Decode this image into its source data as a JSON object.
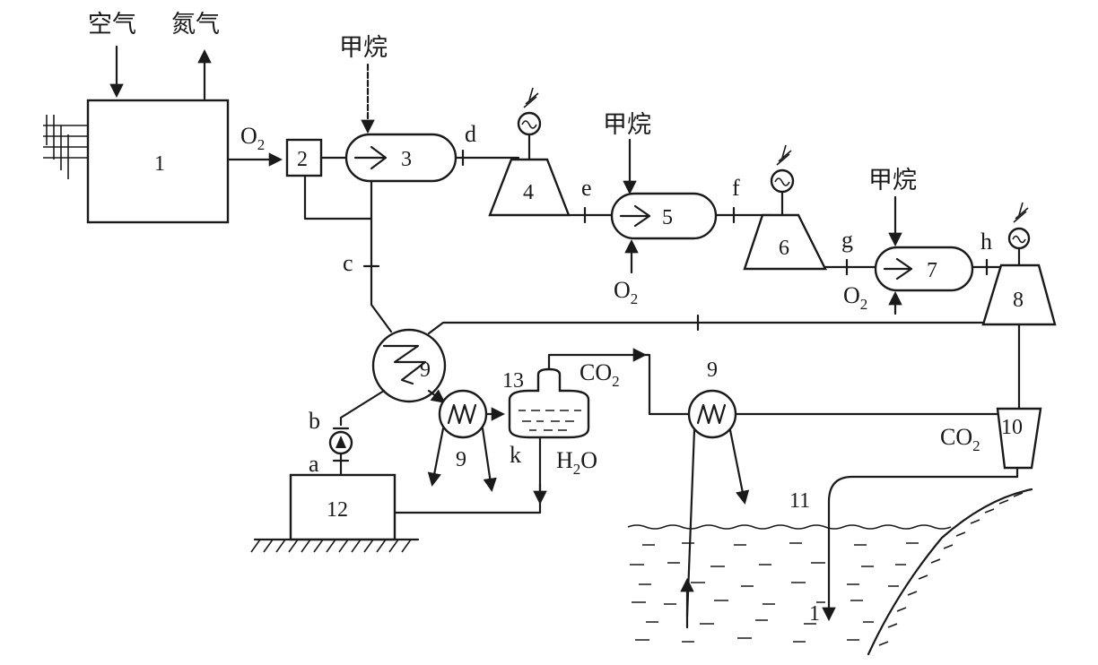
{
  "labels": {
    "air": "空气",
    "nitrogen": "氮气",
    "methane_1": "甲烷",
    "methane_2": "甲烷",
    "methane_3": "甲烷",
    "o2_main": "O",
    "o2_main_sub": "2",
    "o2_ch5": "O",
    "o2_ch5_sub": "2",
    "o2_ch7": "O",
    "o2_ch7_sub": "2",
    "co2_sep": "CO",
    "co2_sep_sub": "2",
    "co2_pump": "CO",
    "co2_pump_sub": "2",
    "water": "H",
    "water_sub": "2",
    "water_tail": "O"
  },
  "points": {
    "a": "a",
    "b": "b",
    "c": "c",
    "d": "d",
    "e": "e",
    "f": "f",
    "g": "g",
    "h": "h",
    "k": "k"
  },
  "equipment": {
    "n1": "1",
    "n2": "2",
    "n3": "3",
    "n4": "4",
    "n5": "5",
    "n6": "6",
    "n7": "7",
    "n8": "8",
    "n9a": "9",
    "n9b": "9",
    "n9c": "9",
    "n10": "10",
    "n11": "11",
    "n12": "12",
    "n13": "13",
    "n1b": "1"
  },
  "icons": [
    "generator-icon",
    "heat-exchanger-icon",
    "pump-icon",
    "turbine-icon",
    "combustor-icon",
    "ground-hatch-icon",
    "sea-water-icon"
  ]
}
